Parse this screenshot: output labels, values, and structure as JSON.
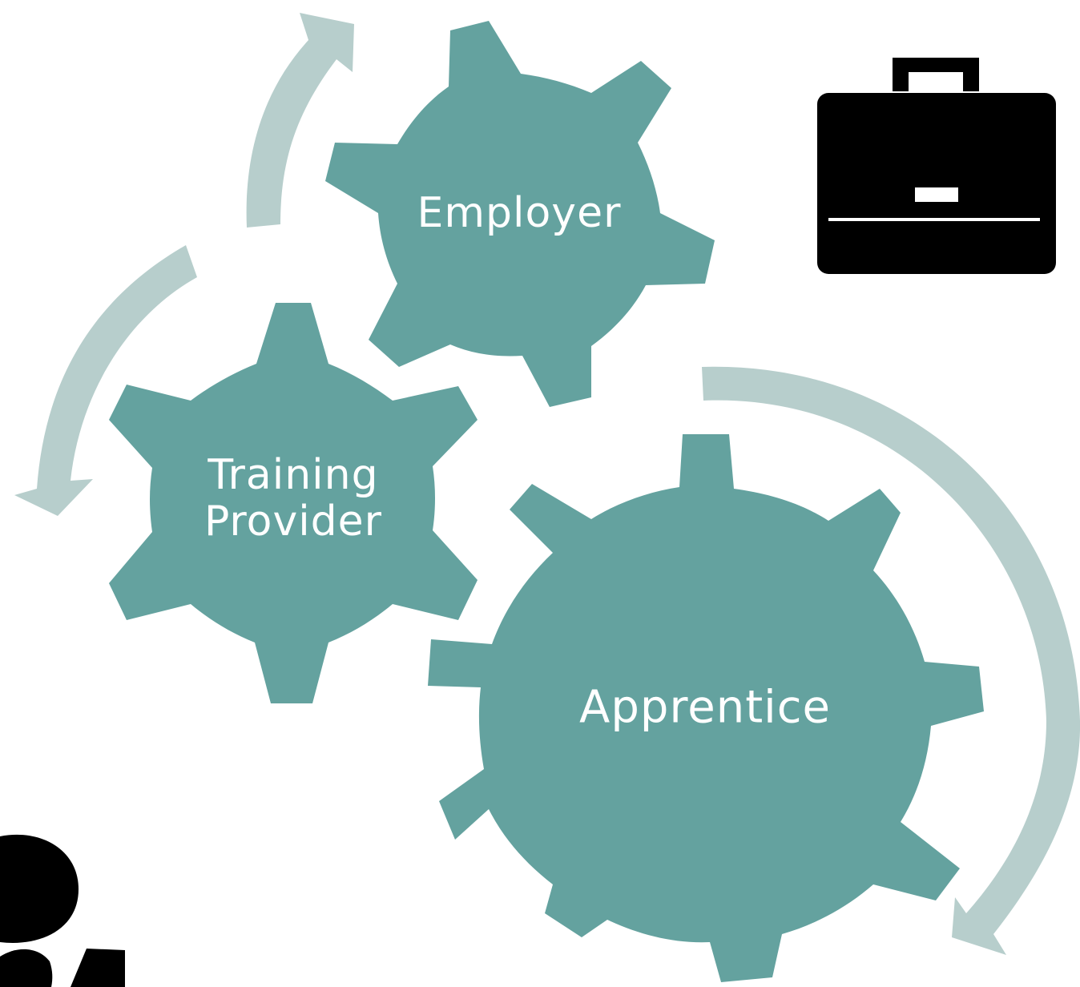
{
  "diagram": {
    "colors": {
      "gear": "#64a29f",
      "arrow": "#b7cecc",
      "icon": "#000000",
      "label": "#ffffff",
      "background": "#ffffff"
    },
    "gears": {
      "employer": {
        "label": "Employer"
      },
      "training_provider": {
        "label": "Training Provider",
        "lines": [
          "Training",
          "Provider"
        ]
      },
      "apprentice": {
        "label": "Apprentice"
      }
    },
    "icons": [
      "briefcase-icon",
      "people-icon"
    ]
  }
}
